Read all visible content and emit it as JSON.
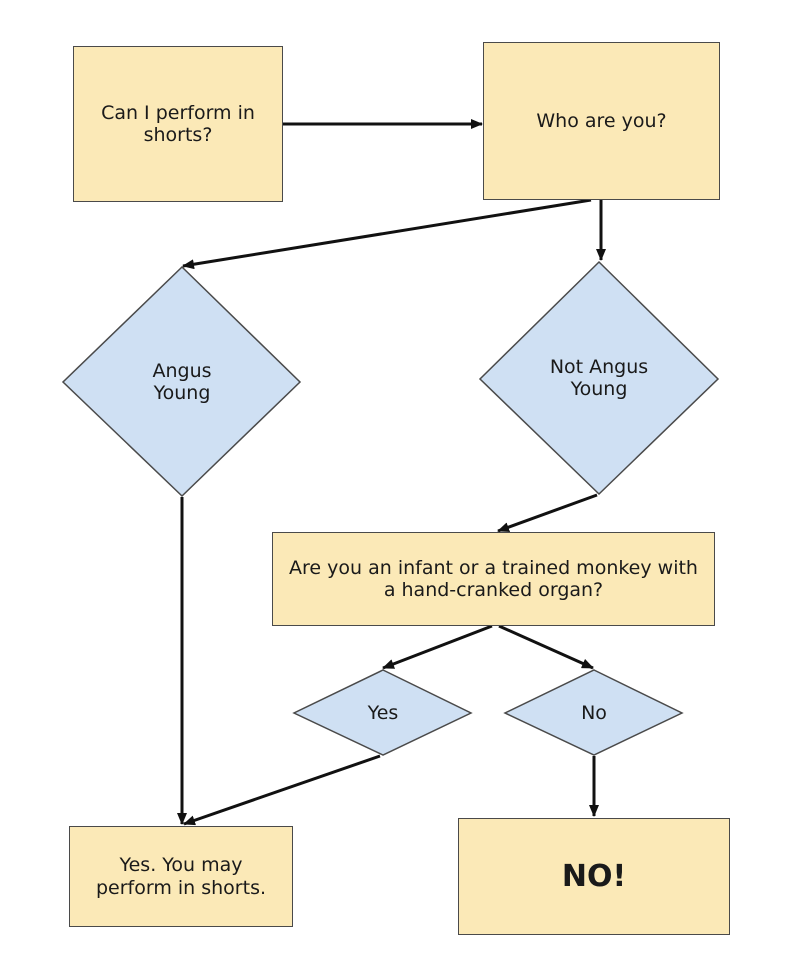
{
  "nodes": {
    "start": "Can I perform in shorts?",
    "who": "Who are you?",
    "angus": "Angus Young",
    "not_angus": "Not Angus Young",
    "infant_question": "Are you an infant or a trained monkey with a hand-cranked organ?",
    "yes": "Yes",
    "no": "No",
    "allowed": "Yes. You may perform in shorts.",
    "denied": "NO!"
  },
  "colors": {
    "process_fill": "#fbe9b7",
    "decision_fill": "#cfe0f3",
    "stroke": "#4a4a4a",
    "arrow": "#111111"
  }
}
